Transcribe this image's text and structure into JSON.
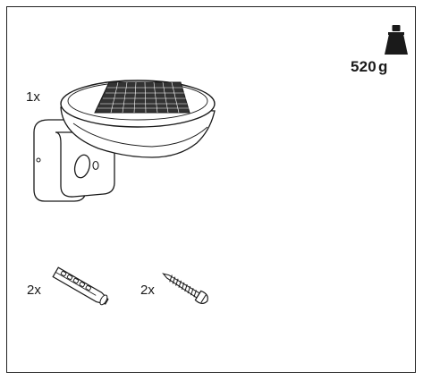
{
  "weight": {
    "value": "520",
    "unit": "g"
  },
  "parts": [
    {
      "qty": "1x",
      "item": "solar-lamp"
    },
    {
      "qty": "2x",
      "item": "wall-plug"
    },
    {
      "qty": "2x",
      "item": "screw"
    }
  ]
}
